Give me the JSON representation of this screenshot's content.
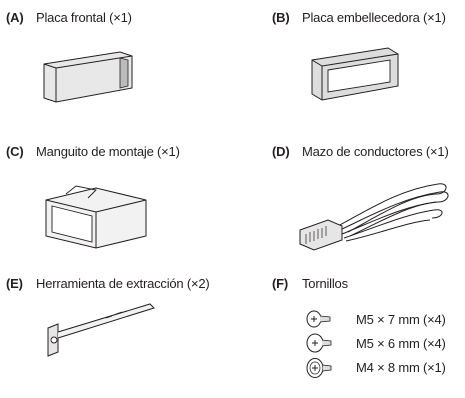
{
  "items": [
    {
      "key": "(A)",
      "label": "Placa frontal (×1)",
      "icon": "front-panel-icon"
    },
    {
      "key": "(B)",
      "label": "Placa embellecedora (×1)",
      "icon": "trim-plate-icon"
    },
    {
      "key": "(C)",
      "label": "Manguito de montaje (×1)",
      "icon": "mounting-sleeve-icon"
    },
    {
      "key": "(D)",
      "label": "Mazo de conductores (×1)",
      "icon": "wiring-harness-icon"
    },
    {
      "key": "(E)",
      "label": "Herramienta de extracción (×2)",
      "icon": "extraction-tool-icon"
    },
    {
      "key": "(F)",
      "label": "Tornillos",
      "icon": "screws-icon"
    }
  ],
  "screws": [
    {
      "spec": "M5 × 7 mm (×4)",
      "icon": "flat-head-screw-icon"
    },
    {
      "spec": "M5 × 6 mm (×4)",
      "icon": "pan-head-screw-icon"
    },
    {
      "spec": "M4 × 8 mm (×1)",
      "icon": "round-head-screw-icon"
    }
  ]
}
